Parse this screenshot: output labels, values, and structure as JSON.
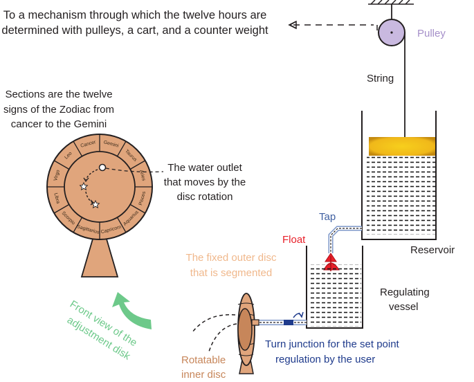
{
  "labels": {
    "mechanism_line1": "To a mechanism through which the twelve hours are",
    "mechanism_line2": "determined with pulleys, a cart, and a counter weight",
    "pulley": "Pulley",
    "string": "String",
    "sections_line1": "Sections are the twelve",
    "sections_line2": "signs of the Zodiac from",
    "sections_line3": "cancer to the Gemini",
    "outlet_line1": "The water outlet",
    "outlet_line2": "that moves by the",
    "outlet_line3": "disc rotation",
    "tap": "Tap",
    "float": "Float",
    "reservoir": "Reservoir",
    "fixed_line1": "The fixed outer disc",
    "fixed_line2": "that is segmented",
    "regulating_line1": "Regulating",
    "regulating_line2": "vessel",
    "front_line1": "Front view of the",
    "front_line2": "adjustment disk",
    "junction_line1": "Turn junction for the set point",
    "junction_line2": "regulation by the user",
    "rotatable_line1": "Rotatable",
    "rotatable_line2": "inner disc"
  },
  "zodiac": [
    "Cancer",
    "Gemini",
    "Taurus",
    "Aries",
    "Pisces",
    "Aquarius",
    "Capricorn",
    "Sagittarius",
    "Scorpio",
    "Libra",
    "Virgo",
    "Leo"
  ],
  "colors": {
    "text": "#231f20",
    "pulley_label": "#a58fc9",
    "tap": "#3f5fa0",
    "float": "#e8202a",
    "disc": "#e0a57c",
    "fixed_disc_text": "#f0b88c",
    "front_view": "#6dc98a",
    "junction": "#1f3b8c",
    "rotatable": "#c7865a",
    "oil": "#f2c31b"
  }
}
